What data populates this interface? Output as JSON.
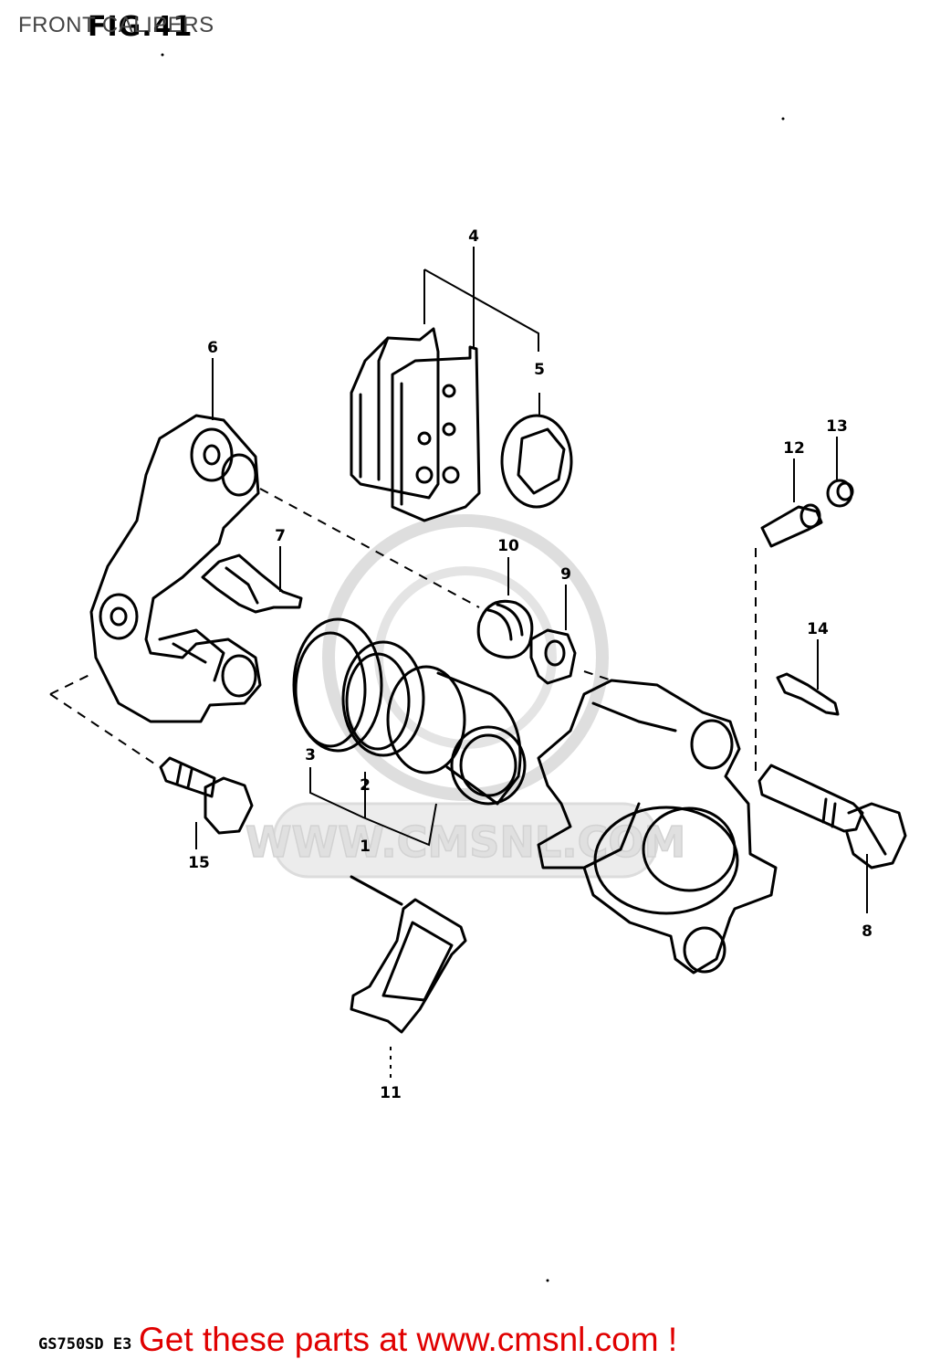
{
  "header": {
    "page_title": "FRONT CALIPERS",
    "figure_label": "FIG.41"
  },
  "watermark": {
    "text": "WWW.CMSNL.COM"
  },
  "diagram": {
    "callouts": [
      "1",
      "2",
      "3",
      "4",
      "5",
      "6",
      "7",
      "8",
      "9",
      "10",
      "11",
      "12",
      "13",
      "14",
      "15"
    ]
  },
  "footer": {
    "model_code": "GS750SD E3",
    "promo_text": "Get these parts at www.cmsnl.com !",
    "promo_color": "#e00000"
  },
  "colors": {
    "line": "#000000",
    "watermark": "#d8d8d8"
  }
}
